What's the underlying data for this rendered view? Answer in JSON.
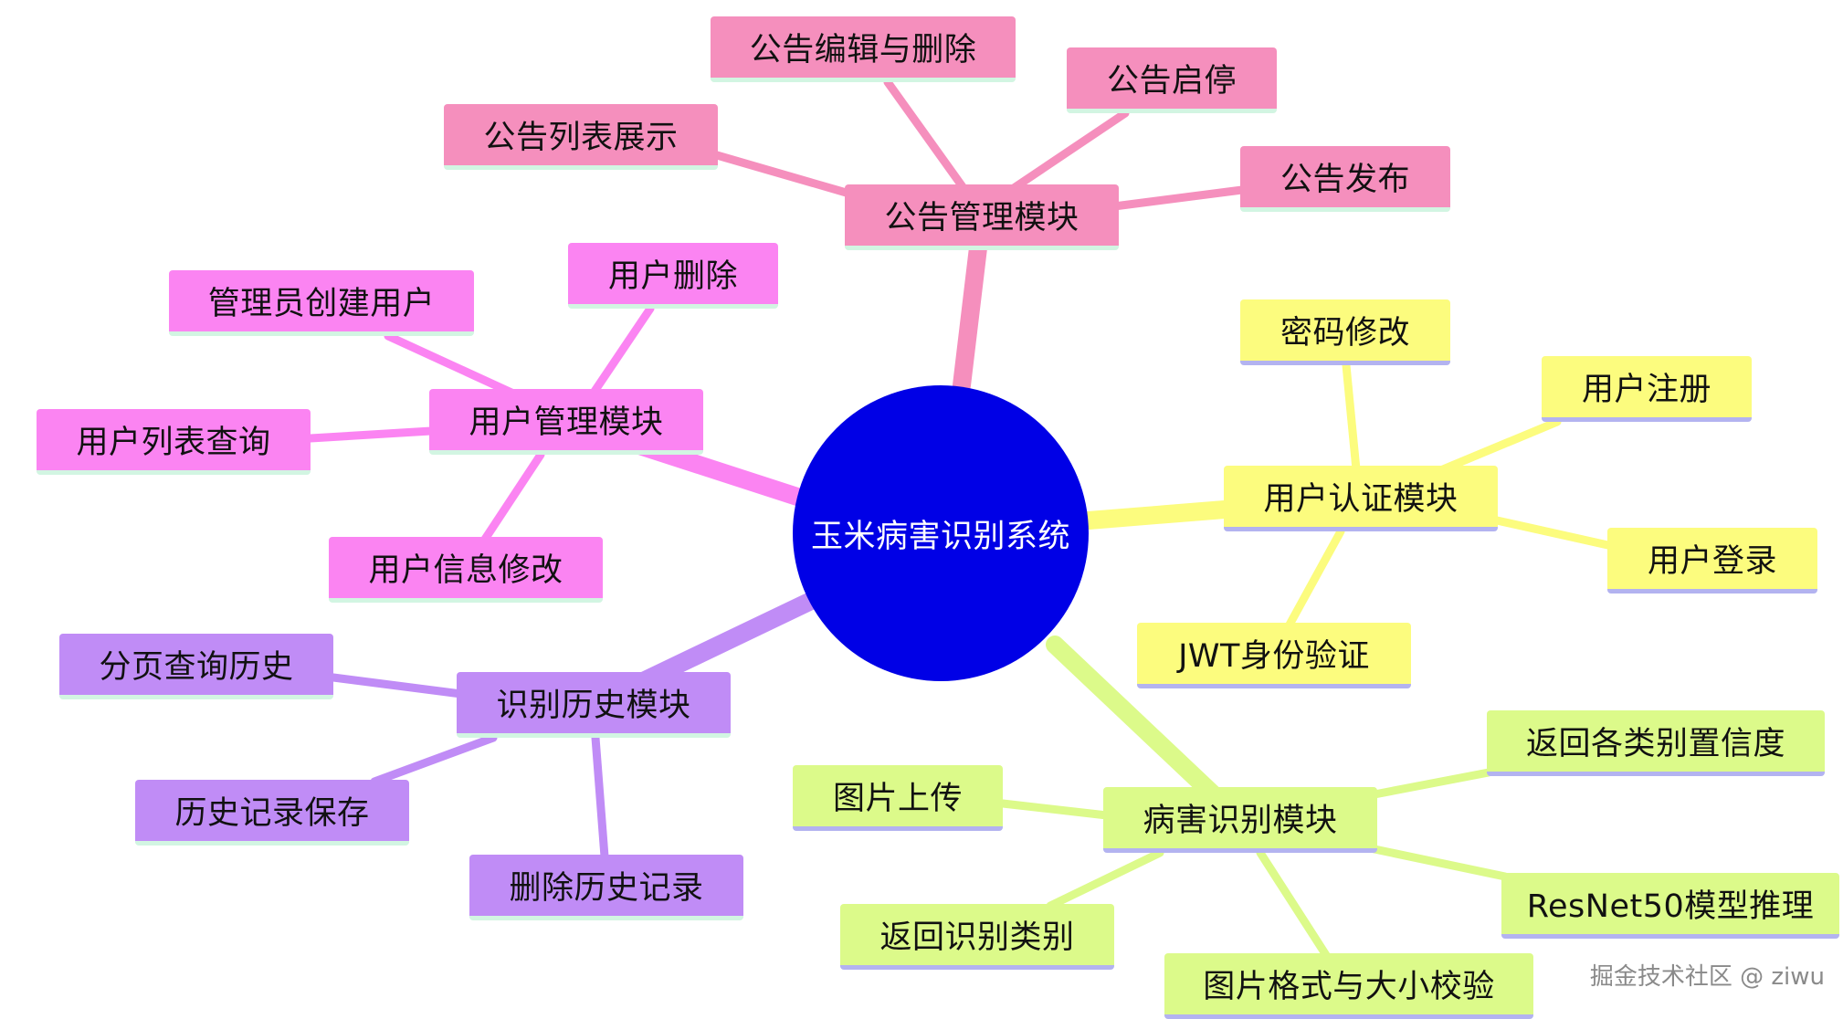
{
  "root": {
    "label": "玉米病害识别系统",
    "color": "#0000e6"
  },
  "branches": [
    {
      "id": "announcement",
      "label": "公告管理模块",
      "fill": "#f58fbd",
      "underline": "#d2f5e2",
      "line": "#f58fbd",
      "children": [
        "公告编辑与删除",
        "公告启停",
        "公告列表展示",
        "公告发布"
      ]
    },
    {
      "id": "user-mgmt",
      "label": "用户管理模块",
      "fill": "#fb84f2",
      "underline": "#d2f5e2",
      "line": "#fb84f2",
      "children": [
        "管理员创建用户",
        "用户删除",
        "用户列表查询",
        "用户信息修改"
      ]
    },
    {
      "id": "auth",
      "label": "用户认证模块",
      "fill": "#fcfc7e",
      "underline": "#b3b3f0",
      "line": "#fcfc7e",
      "children": [
        "密码修改",
        "用户注册",
        "用户登录",
        "JWT身份验证"
      ]
    },
    {
      "id": "history",
      "label": "识别历史模块",
      "fill": "#c08cf6",
      "underline": "#d2f5e2",
      "line": "#c08cf6",
      "children": [
        "分页查询历史",
        "历史记录保存",
        "删除历史记录"
      ]
    },
    {
      "id": "disease",
      "label": "病害识别模块",
      "fill": "#dcfa8a",
      "underline": "#b3b3f0",
      "line": "#dcfa8a",
      "children": [
        "图片上传",
        "返回各类别置信度",
        "ResNet50模型推理",
        "返回识别类别",
        "图片格式与大小校验"
      ]
    }
  ],
  "watermark": "掘金技术社区 @ ziwu"
}
